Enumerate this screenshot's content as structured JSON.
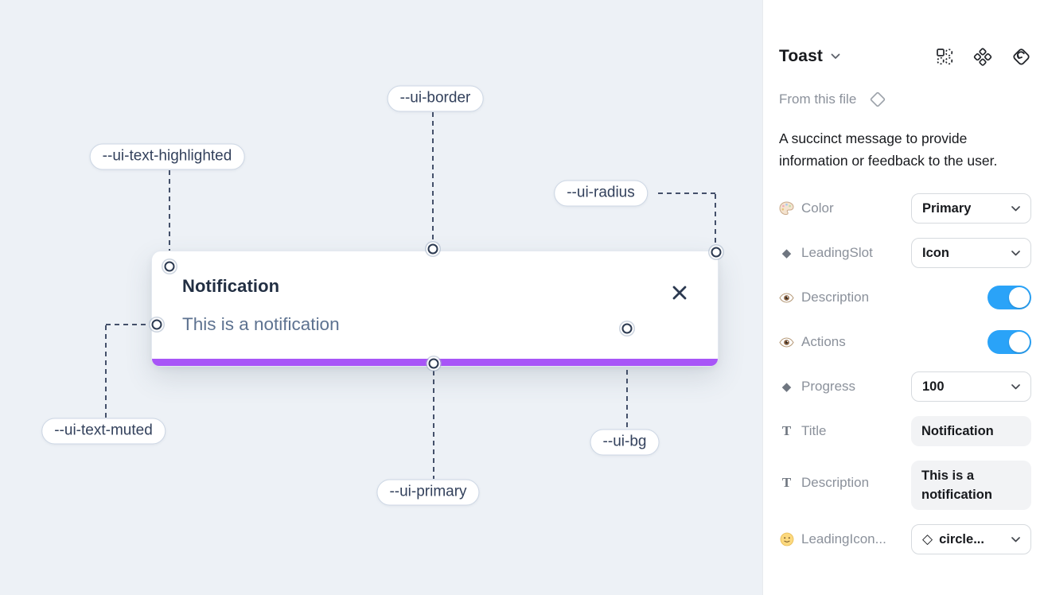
{
  "canvas": {
    "toast": {
      "title": "Notification",
      "description": "This is a notification"
    },
    "labels": [
      {
        "text": "--ui-border"
      },
      {
        "text": "--ui-text-highlighted"
      },
      {
        "text": "--ui-radius"
      },
      {
        "text": "--ui-text-muted"
      },
      {
        "text": "--ui-primary"
      },
      {
        "text": "--ui-bg"
      }
    ],
    "colors": {
      "primary_bar": "#a855f7",
      "canvas_background": "#edf1f6",
      "connector": "#44506a"
    }
  },
  "panel": {
    "header": {
      "title": "Toast",
      "icons": [
        "component-grid-icon",
        "component-set-icon",
        "swap-instance-icon"
      ]
    },
    "source": {
      "label": "From this file"
    },
    "description": "A succinct message to provide information or feedback to the user.",
    "properties": [
      {
        "label": "Color",
        "icon": "palette-icon",
        "control": "dropdown",
        "value": "Primary"
      },
      {
        "label": "LeadingSlot",
        "icon": "diamond-icon",
        "control": "dropdown",
        "value": "Icon"
      },
      {
        "label": "Description",
        "icon": "eye-icon",
        "control": "toggle",
        "value": "on"
      },
      {
        "label": "Actions",
        "icon": "eye-icon",
        "control": "toggle",
        "value": "on"
      },
      {
        "label": "Progress",
        "icon": "diamond-icon",
        "control": "dropdown",
        "value": "100"
      },
      {
        "label": "Title",
        "icon": "text-icon",
        "control": "textfield",
        "value": "Notification"
      },
      {
        "label": "Description",
        "icon": "text-icon",
        "control": "textfield",
        "value": "This is a notification"
      },
      {
        "label": "LeadingIcon...",
        "icon": "smiley-icon",
        "control": "dropdown",
        "value": "circle..."
      }
    ],
    "colors": {
      "toggle_on": "#2aa3f8"
    }
  }
}
